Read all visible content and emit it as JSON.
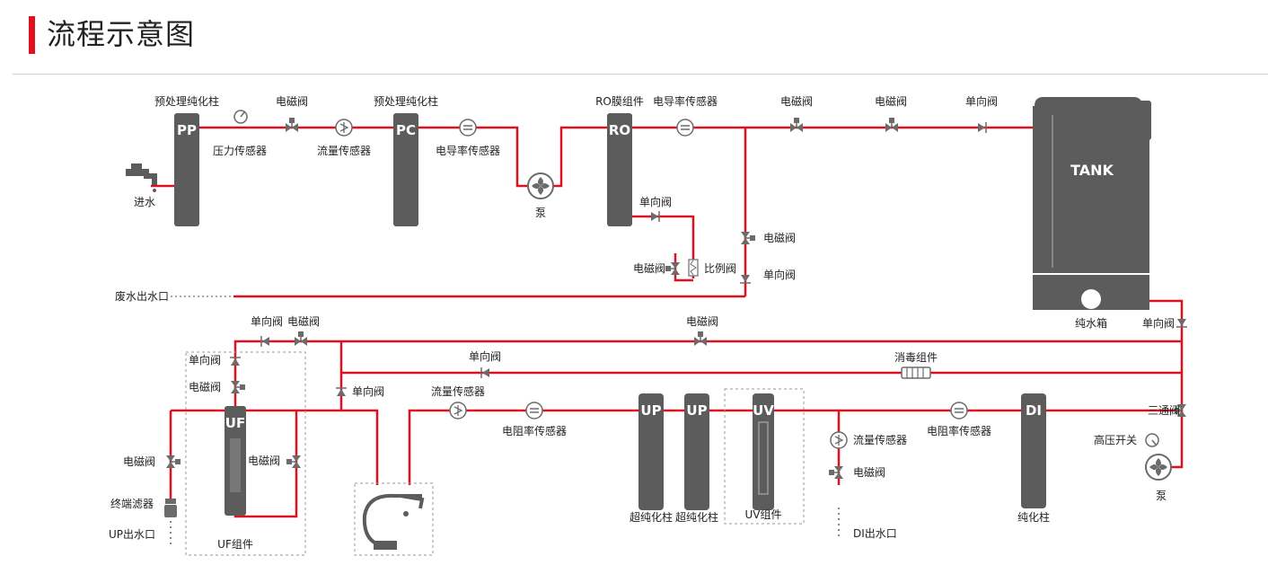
{
  "page_title": "流程示意图",
  "labels": {
    "pp_top": "预处理纯化柱",
    "pp_unit": "PP",
    "pressure_sensor": "压力传感器",
    "solenoid_1": "电磁阀",
    "flow_sensor_1": "流量传感器",
    "pc_top": "预处理纯化柱",
    "pc_unit": "PC",
    "cond_sensor_1": "电导率传感器",
    "pump_1": "泵",
    "water_in": "进水",
    "ro_top": "RO膜组件",
    "ro_unit": "RO",
    "cond_sensor_2": "电导率传感器",
    "solenoid_2": "电磁阀",
    "solenoid_3": "电磁阀",
    "check_valve_1": "单向阀",
    "tank": "TANK",
    "pure_tank": "纯水箱",
    "check_valve_2": "单向阀",
    "check_valve_3": "单向阀",
    "solenoid_4": "电磁阀",
    "check_valve_4": "单向阀",
    "solenoid_5": "电磁阀",
    "prop_valve": "比例阀",
    "waste_out": "废水出水口",
    "check_valve_5": "单向阀",
    "solenoid_6": "电磁阀",
    "solenoid_7": "电磁阀",
    "check_valve_6": "单向阀",
    "solenoid_8": "电磁阀",
    "check_valve_7": "单向阀",
    "disinfect": "消毒组件",
    "check_valve_8": "单向阀",
    "flow_sensor_2": "流量传感器",
    "resist_sensor_1": "电阻率传感器",
    "three_way": "三通阀",
    "high_pressure": "高压开关",
    "pump_2": "泵",
    "uf_unit": "UF",
    "uf_label": "UF组件",
    "solenoid_9": "电磁阀",
    "solenoid_10": "电磁阀",
    "terminal_filter": "终端滤器",
    "up_out": "UP出水口",
    "up_unit_1": "UP",
    "up_unit_2": "UP",
    "ultra_col_1": "超纯化柱",
    "ultra_col_2": "超纯化柱",
    "uv_unit": "UV",
    "uv_label": "UV组件",
    "flow_sensor_3": "流量传感器",
    "solenoid_11": "电磁阀",
    "di_out": "DI出水口",
    "resist_sensor_2": "电阻率传感器",
    "di_unit": "DI",
    "di_label": "纯化柱"
  },
  "colors": {
    "pipe": "#e0101e",
    "unit": "#5c5c5c",
    "accent": "#e0101e"
  }
}
